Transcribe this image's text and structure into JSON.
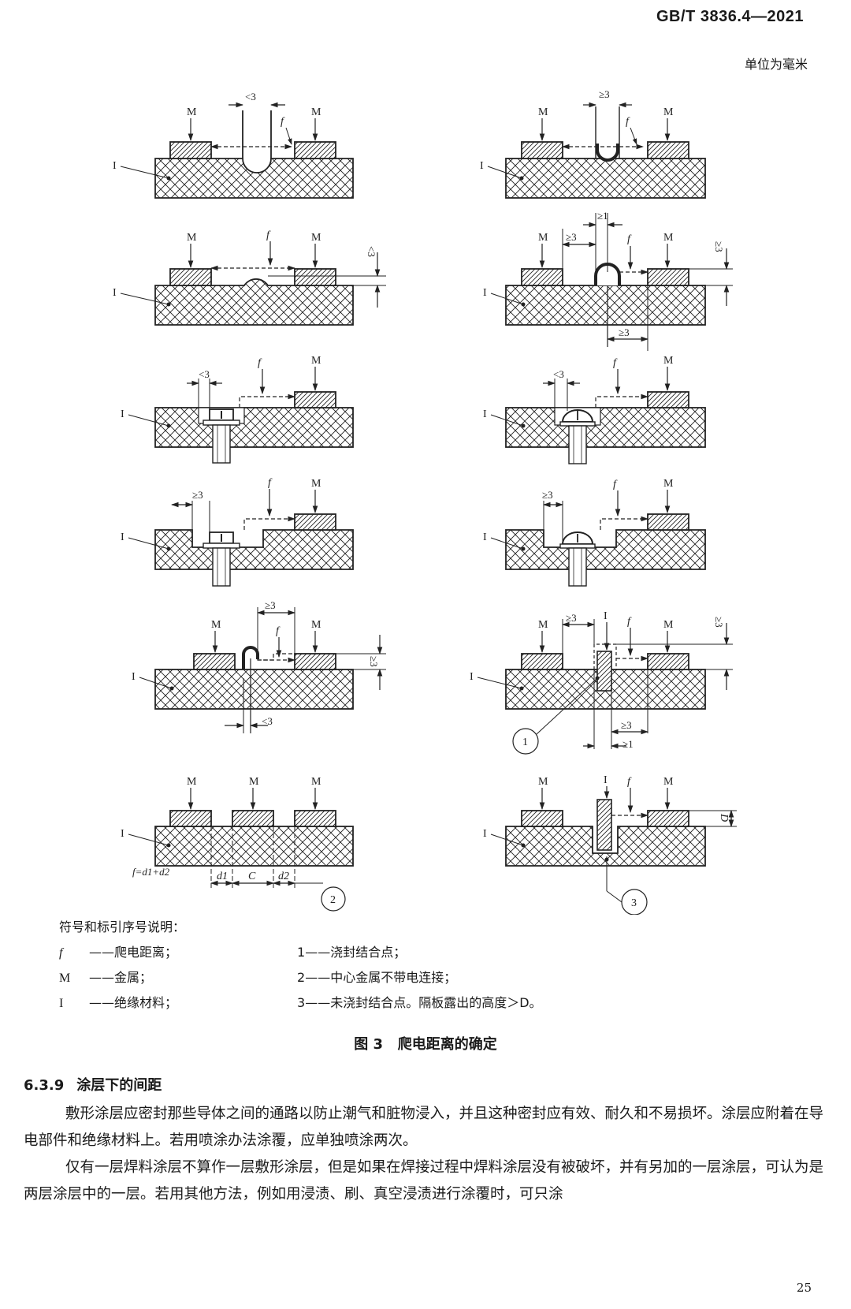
{
  "header": {
    "standard_number": "GB/T 3836.4—2021",
    "unit_note": "单位为毫米"
  },
  "figure": {
    "labels": {
      "M": "M",
      "I": "I",
      "f": "f",
      "lt3": "<3",
      "ge3": "≥3",
      "ge1": "≥1",
      "d1": "d1",
      "d2": "d2",
      "C": "C",
      "D": "D",
      "formula": "f=d1+d2",
      "callout1": "1",
      "callout2": "2",
      "callout3": "3"
    },
    "caption": "图 3   爬电距离的确定"
  },
  "legend": {
    "title": "符号和标引序号说明：",
    "symbols": [
      {
        "sym": "f",
        "text": "——爬电距离；"
      },
      {
        "sym": "M",
        "text": "——金属；"
      },
      {
        "sym": "I",
        "text": "——绝缘材料；"
      }
    ],
    "items": [
      {
        "num": "1",
        "text": "——浇封结合点；"
      },
      {
        "num": "2",
        "text": "——中心金属不带电连接；"
      },
      {
        "num": "3",
        "text": "——未浇封结合点。隔板露出的高度＞D。"
      }
    ]
  },
  "section": {
    "number": "6.3.9",
    "title": "涂层下的间距",
    "paragraphs": [
      "敷形涂层应密封那些导体之间的通路以防止潮气和脏物浸入，并且这种密封应有效、耐久和不易损坏。涂层应附着在导电部件和绝缘材料上。若用喷涂办法涂覆，应单独喷涂两次。",
      "仅有一层焊料涂层不算作一层敷形涂层，但是如果在焊接过程中焊料涂层没有被破坏，并有另加的一层涂层，可认为是两层涂层中的一层。若用其他方法，例如用浸渍、刷、真空浸渍进行涂覆时，可只涂"
    ]
  },
  "footer": {
    "page_number": "25"
  }
}
